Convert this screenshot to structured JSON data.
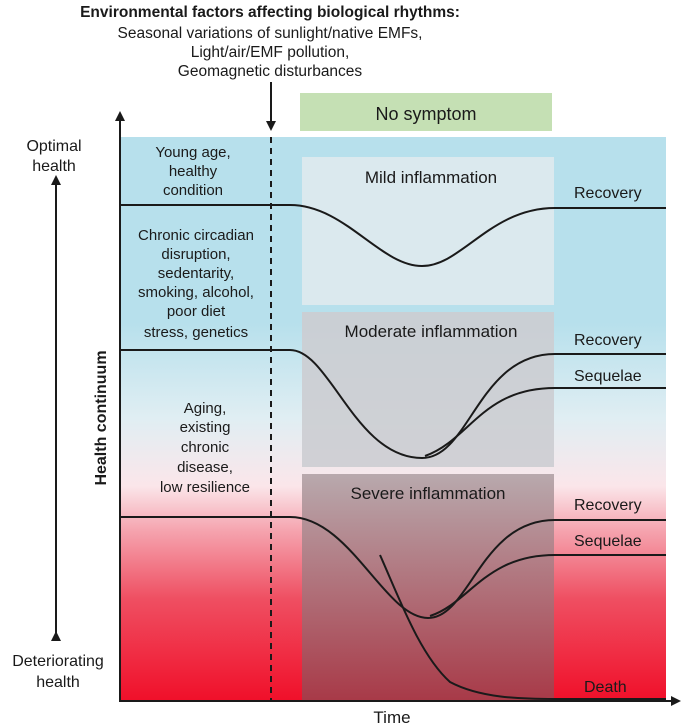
{
  "header": {
    "title": "Environmental factors affecting biological rhythms:",
    "lines": [
      "Seasonal variations of sunlight/native EMFs,",
      "Light/air/EMF pollution,",
      "Geomagnetic disturbances"
    ]
  },
  "y_axis": {
    "label": "Health continuum",
    "top_label": [
      "Optimal",
      "health"
    ],
    "bottom_label": [
      "Deteriorating",
      "health"
    ]
  },
  "x_axis": {
    "label": "Time"
  },
  "no_symptom": {
    "label": "No symptom",
    "color": "#c5e0b4"
  },
  "panels": {
    "mild": "Mild inflammation",
    "moderate": "Moderate inflammation",
    "severe": "Severe inflammation"
  },
  "risk_factors": {
    "young": [
      "Young age,",
      "healthy",
      "condition"
    ],
    "lifestyle": [
      "Chronic circadian",
      "disruption,",
      "sedentarity,",
      "smoking, alcohol,",
      "poor diet",
      "stress, genetics"
    ],
    "aging": [
      "Aging,",
      "existing",
      "chronic",
      "disease,",
      "low resilience"
    ]
  },
  "outcomes": {
    "mild_recovery": "Recovery",
    "moderate_recovery": "Recovery",
    "moderate_sequelae": "Sequelae",
    "severe_recovery": "Recovery",
    "severe_sequelae": "Sequelae",
    "severe_death": "Death"
  },
  "colors": {
    "healthy_blue": "#b7e0ec",
    "danger_red": "#f0102a",
    "curve": "#1a1a1a"
  }
}
